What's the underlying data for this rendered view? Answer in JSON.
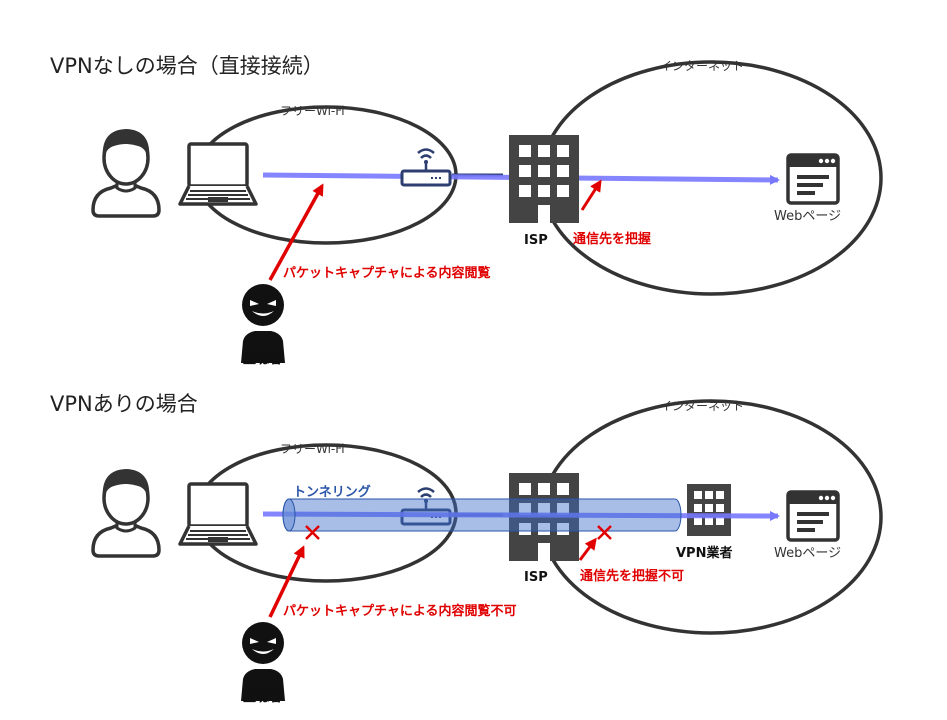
{
  "colors": {
    "ink": "#333333",
    "line": "#7878ff",
    "red": "#e00000",
    "tunnel_fill": "#3f6fc8",
    "tunnel_label": "#2a55a8"
  },
  "top": {
    "title": "VPNなしの場合（直接接続）",
    "wifi_label": "フリーWi-Fi",
    "internet_label": "インターネット",
    "isp_label": "ISP",
    "isp_note": "通信先を把握",
    "capture_note": "パケットキャプチャによる内容閲覧",
    "eavesdropper_label": "盗聴者",
    "web_label": "Webページ"
  },
  "bottom": {
    "title": "VPNありの場合",
    "wifi_label": "フリーWi-Fi",
    "internet_label": "インターネット",
    "tunnel_label": "トンネリング",
    "isp_label": "ISP",
    "isp_note": "通信先を把握不可",
    "vpn_label": "VPN業者",
    "capture_note": "パケットキャプチャによる内容閲覧不可",
    "eavesdropper_label": "盗聴者",
    "web_label": "Webページ"
  }
}
